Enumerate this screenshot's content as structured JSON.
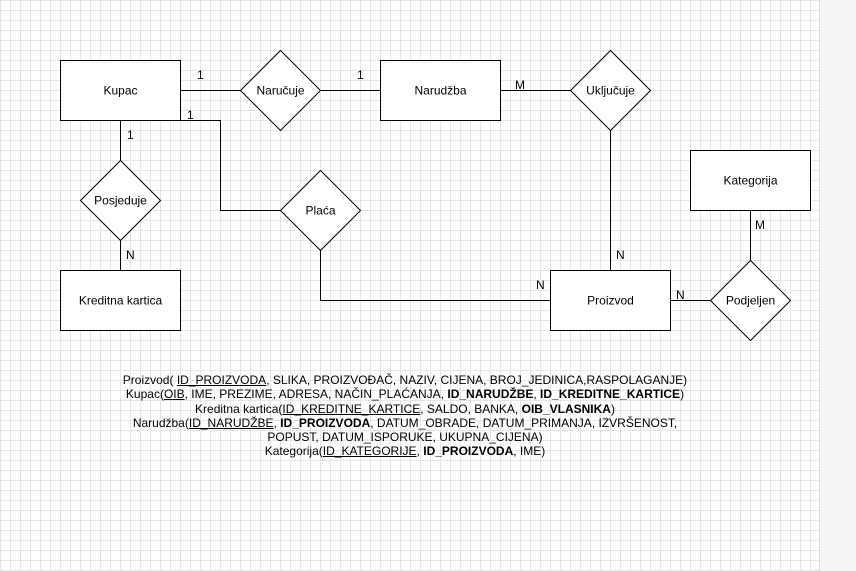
{
  "entities": {
    "kupac": "Kupac",
    "narudzba": "Narudžba",
    "kreditna_kartica": "Kreditna kartica",
    "kategorija": "Kategorija",
    "proizvod": "Proizvod"
  },
  "relationships": {
    "narucuje": "Naručuje",
    "ukljucuje": "Uključuje",
    "posjeduje": "Posjeduje",
    "placa": "Plaća",
    "podjeljen": "Podjeljen"
  },
  "cardinalities": {
    "kupac_narucuje": "1",
    "narucuje_narudzba": "1",
    "narudzba_ukljucuje": "M",
    "kupac_posjeduje": "1",
    "kupac_placa": "1",
    "posjeduje_kartica": "N",
    "ukljucuje_proizvod": "N",
    "placa_proizvod": "N",
    "kategorija_podjeljen": "M",
    "proizvod_podjeljen": "N"
  },
  "schema": [
    {
      "id": "proizvod",
      "lines": [
        [
          {
            "t": "Proizvod( ",
            "s": "plain"
          },
          {
            "t": "ID_PROIZVODA",
            "s": "pk"
          },
          {
            "t": ", SLIKA, PROIZVOĐAČ, NAZIV,  CIJENA, BROJ_JEDINICA,RASPOLAGANJE)",
            "s": "plain"
          }
        ]
      ]
    },
    {
      "id": "kupac",
      "lines": [
        [
          {
            "t": "Kupac(",
            "s": "plain"
          },
          {
            "t": "OIB",
            "s": "pk"
          },
          {
            "t": ", IME, PREZIME, ADRESA, NAČIN_PLAĆANJA, ",
            "s": "plain"
          },
          {
            "t": "ID_NARUDŽBE",
            "s": "fk"
          },
          {
            "t": ", ",
            "s": "plain"
          },
          {
            "t": "ID_KREDITNE_KARTICE",
            "s": "fk"
          },
          {
            "t": ")",
            "s": "plain"
          }
        ]
      ]
    },
    {
      "id": "kreditna-kartica",
      "lines": [
        [
          {
            "t": "Kreditna kartica(",
            "s": "plain"
          },
          {
            "t": "ID_KREDITNE_KARTICE",
            "s": "pk"
          },
          {
            "t": ", SALDO, BANKA, ",
            "s": "plain"
          },
          {
            "t": "OIB_VLASNIKA",
            "s": "fk"
          },
          {
            "t": ")",
            "s": "plain"
          }
        ]
      ]
    },
    {
      "id": "narudzba",
      "lines": [
        [
          {
            "t": "Narudžba(",
            "s": "plain"
          },
          {
            "t": "ID_NARUDŽBE",
            "s": "pk"
          },
          {
            "t": ", ",
            "s": "plain"
          },
          {
            "t": "ID_PROIZVODA",
            "s": "fk"
          },
          {
            "t": ",  DATUM_OBRADE, DATUM_PRIMANJA, IZVRŠENOST,",
            "s": "plain"
          }
        ],
        [
          {
            "t": "POPUST,  DATUM_ISPORUKE, UKUPNA_CIJENA)",
            "s": "plain"
          }
        ]
      ]
    },
    {
      "id": "kategorija",
      "lines": [
        [
          {
            "t": "Kategorija(",
            "s": "plain"
          },
          {
            "t": "ID_KATEGORIJE",
            "s": "pk"
          },
          {
            "t": ", ",
            "s": "plain"
          },
          {
            "t": "ID_PROIZVODA",
            "s": "fk"
          },
          {
            "t": ", IME)",
            "s": "plain"
          }
        ]
      ]
    }
  ]
}
